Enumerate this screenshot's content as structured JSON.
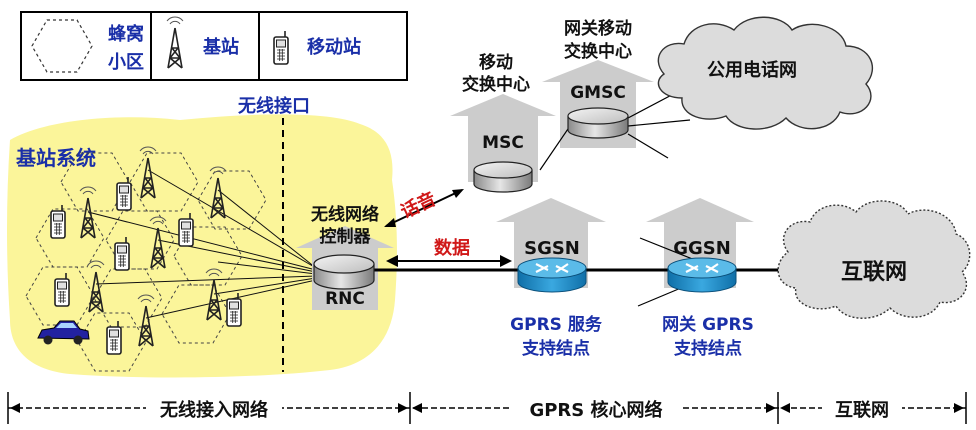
{
  "legend": {
    "cell_label_line1": "蜂窝",
    "cell_label_line2": "小区",
    "base_station_label": "基站",
    "mobile_label": "移动站"
  },
  "radio_interface_label": "无线接口",
  "bss_label": "基站系统",
  "rnc": {
    "name_line1": "无线网络",
    "name_line2": "控制器",
    "abbr": "RNC"
  },
  "msc": {
    "name_line1": "移动",
    "name_line2": "交换中心",
    "abbr": "MSC"
  },
  "gmsc": {
    "name_line1": "网关移动",
    "name_line2": "交换中心",
    "abbr": "GMSC"
  },
  "pstn_label": "公用电话网",
  "sgsn": {
    "abbr": "SGSN",
    "name_line1": "GPRS 服务",
    "name_line2": "支持结点"
  },
  "ggsn": {
    "abbr": "GGSN",
    "name_line1": "网关 GPRS",
    "name_line2": "支持结点"
  },
  "internet_label": "互联网",
  "voice_label": "话音",
  "data_label": "数据",
  "bottom_segments": {
    "ran": "无线接入网络",
    "core": "GPRS 核心网络",
    "internet": "互联网"
  },
  "colors": {
    "blue_text": "#1a2fa8",
    "red_text": "#d01818",
    "bss_fill": "#fbf59a",
    "arrow_gray": "#cccccc",
    "router_blue": "#1f8fcf",
    "cloud_fill": "#dcdcdc"
  }
}
